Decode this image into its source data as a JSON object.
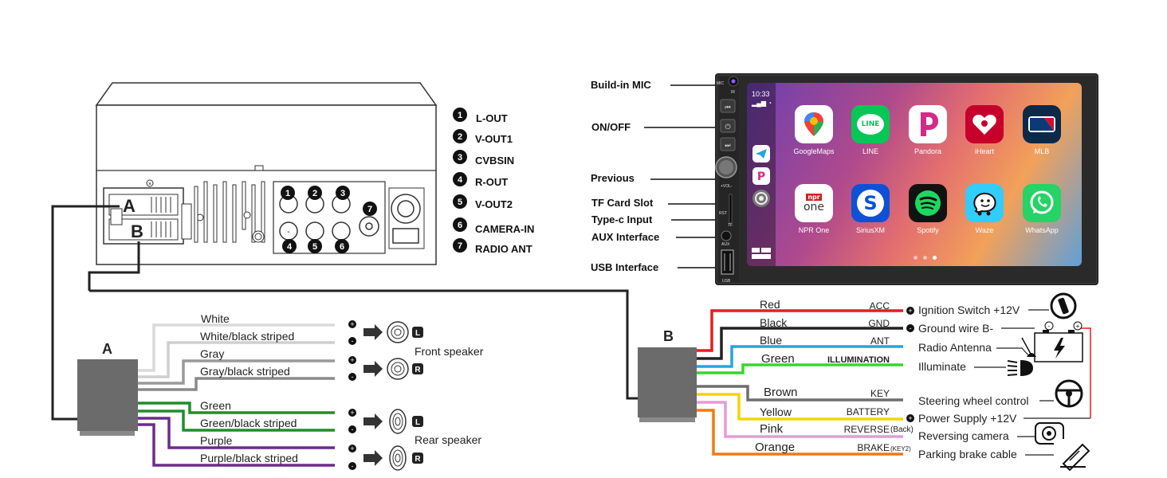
{
  "head_unit": {
    "connector_a": "A",
    "connector_b": "B",
    "ports": [
      {
        "num": "1",
        "label": "L-OUT"
      },
      {
        "num": "2",
        "label": "V-OUT1"
      },
      {
        "num": "3",
        "label": "CVBSIN"
      },
      {
        "num": "4",
        "label": "R-OUT"
      },
      {
        "num": "5",
        "label": "V-OUT2"
      },
      {
        "num": "6",
        "label": "CAMERA-IN"
      },
      {
        "num": "7",
        "label": "RADIO ANT"
      }
    ]
  },
  "radio_callouts": {
    "mic": "Build-in MIC",
    "onoff": "ON/OFF",
    "previous": "Previous",
    "tf": "TF Card Slot",
    "typec": "Type-c Input",
    "aux": "AUX Interface",
    "usb": "USB Interface"
  },
  "radio_panel": {
    "mic": "MIC",
    "ir": "IR",
    "vol": "+VOL-",
    "rst": "RST",
    "tf": "TF",
    "aux": "AUX",
    "usb": "USB"
  },
  "screen": {
    "time": "10:33",
    "apps": [
      {
        "label": "GoogleMaps",
        "icon": "google-maps-icon",
        "bg": "#ffffff"
      },
      {
        "label": "LINE",
        "icon": "line-icon",
        "bg": "#06c755"
      },
      {
        "label": "Pandora",
        "icon": "pandora-icon",
        "bg": "#ffffff"
      },
      {
        "label": "iHeart",
        "icon": "iheart-icon",
        "bg": "#c6002b"
      },
      {
        "label": "MLB",
        "icon": "mlb-icon",
        "bg": "#0b2a4a"
      },
      {
        "label": "NPR One",
        "icon": "npr-one-icon",
        "bg": "#ffffff"
      },
      {
        "label": "SiriusXM",
        "icon": "siriusxm-icon",
        "bg": "#0d52d6"
      },
      {
        "label": "Spotify",
        "icon": "spotify-icon",
        "bg": "#121212"
      },
      {
        "label": "Waze",
        "icon": "waze-icon",
        "bg": "#33ccff"
      },
      {
        "label": "WhatsApp",
        "icon": "whatsapp-icon",
        "bg": "#25d366"
      }
    ],
    "npr_text": "npr",
    "one_text": "one",
    "line_text": "LINE"
  },
  "harness_a": {
    "title": "A",
    "wires": [
      {
        "label": "White",
        "color": "#d6d6d6"
      },
      {
        "label": "White/black striped",
        "color": "#cfcfcf"
      },
      {
        "label": "Gray",
        "color": "#9a9a9a"
      },
      {
        "label": "Gray/black striped",
        "color": "#8a8a8a"
      },
      {
        "label": "Green",
        "color": "#1f8f2a"
      },
      {
        "label": "Green/black striped",
        "color": "#1f8f2a"
      },
      {
        "label": "Purple",
        "color": "#6a2c8e"
      },
      {
        "label": "Purple/black striped",
        "color": "#6a2c8e"
      }
    ],
    "front_speaker": "Front speaker",
    "rear_speaker": "Rear speaker",
    "left_mark": "L",
    "right_mark": "R"
  },
  "harness_b": {
    "title": "B",
    "wires": [
      {
        "color_name": "Red",
        "function": "ACC",
        "destination": "Ignition Switch +12V",
        "color": "#e41e1e"
      },
      {
        "color_name": "Black",
        "function": "GND",
        "destination": "Ground wire B-",
        "color": "#222222"
      },
      {
        "color_name": "Blue",
        "function": "ANT",
        "destination": "Radio Antenna",
        "color": "#29a3e0"
      },
      {
        "color_name": "Green",
        "function": "ILLUMINATION",
        "destination": "Illuminate",
        "color": "#3bd42f"
      },
      {
        "color_name": "Brown",
        "function": "KEY",
        "destination": "Steering wheel control",
        "color": "#6e6e6e"
      },
      {
        "color_name": "Yellow",
        "function": "BATTERY",
        "destination": "Power Supply +12V",
        "color": "#f2d600"
      },
      {
        "color_name": "Pink",
        "function": "REVERSE",
        "function_note": "(Back)",
        "destination": "Reversing camera",
        "color": "#e79ad6"
      },
      {
        "color_name": "Orange",
        "function": "BRAKE",
        "function_note": "(KEY2)",
        "destination": "Parking brake cable",
        "color": "#f07a12"
      }
    ],
    "battery_minus": "-",
    "battery_plus": "+"
  }
}
